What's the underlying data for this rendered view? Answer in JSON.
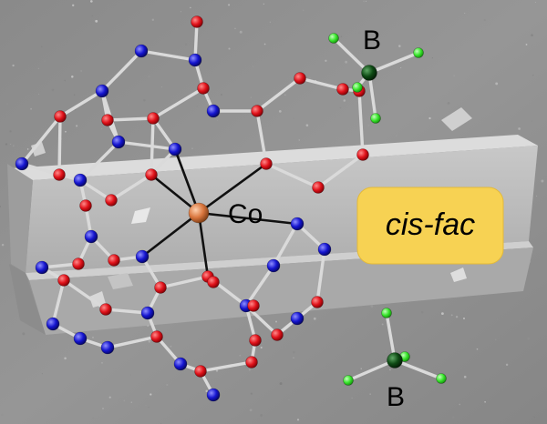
{
  "labels": {
    "boron_top": "B",
    "cobalt": "Co",
    "boron_bottom": "B",
    "isomer_tag": "cis-fac"
  },
  "colors": {
    "background": "#8e8e8e",
    "crystal_face": "#b9b9b9",
    "crystal_top": "#d6d6d6",
    "oxygen": "#e0121a",
    "nitrogen": "#1515d0",
    "cobalt": "#d9763e",
    "boron": "#0e4a14",
    "fluorine": "#39e62c",
    "bond": "#dadada",
    "co_bond": "#111111",
    "tag_fill": "#f7d253"
  }
}
